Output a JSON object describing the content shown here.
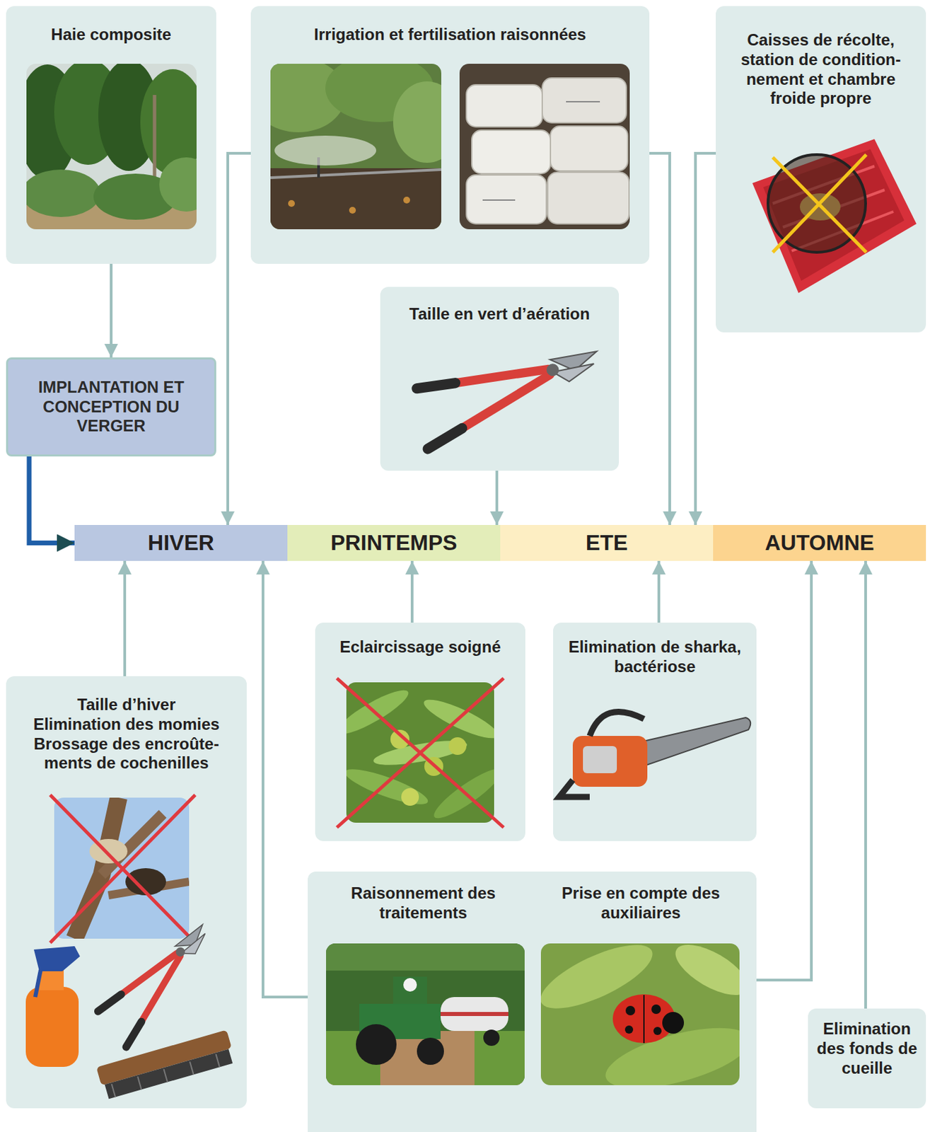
{
  "diagram": {
    "nodes": [
      {
        "text": [
          "Haie composite"
        ]
      },
      {
        "text": [
          "Irrigation et fertilisation raisonnées"
        ]
      },
      {
        "text": [
          "Caisses de récolte, station de condition-nement et chambre froide propre"
        ]
      },
      {
        "text": [
          "IMPLANTATION ET CONCEPTION DU VERGER"
        ]
      },
      {
        "text": [
          "Taille en vert d’aération"
        ]
      },
      {
        "text": [
          "HIVER"
        ]
      },
      {
        "text": [
          "PRINTEMPS"
        ]
      },
      {
        "text": [
          "ETE"
        ]
      },
      {
        "text": [
          "AUTOMNE"
        ]
      },
      {
        "text": [
          "Taille d’hiver",
          "Elimination des momies",
          "Brossage des encroûte-ments de cochenilles"
        ]
      },
      {
        "text": [
          "Eclaircissage soigné"
        ]
      },
      {
        "text": [
          "Elimination de sharka, bactériose"
        ]
      },
      {
        "text": [
          "Raisonnement des traitements",
          "Prise en compte des auxiliaires"
        ]
      },
      {
        "text": [
          "Elimination des fonds de cueille"
        ]
      }
    ],
    "edges": [
      {
        "from": 0,
        "to": 3,
        "arrow": "to"
      },
      {
        "from": 3,
        "to": 5,
        "arrow": "to"
      },
      {
        "from": 1,
        "to": 5,
        "arrow": "to"
      },
      {
        "from": 1,
        "to": 7,
        "arrow": "to"
      },
      {
        "from": 2,
        "to": 7,
        "arrow": "to"
      },
      {
        "from": 4,
        "to": 6,
        "arrow": "to"
      },
      {
        "from": 9,
        "to": 5,
        "arrow": "to"
      },
      {
        "from": 10,
        "to": 6,
        "arrow": "to"
      },
      {
        "from": 11,
        "to": 7,
        "arrow": "to"
      },
      {
        "from": 12,
        "to": 5,
        "arrow": "to"
      },
      {
        "from": 12,
        "to": 8,
        "arrow": "to"
      },
      {
        "from": 13,
        "to": 8,
        "arrow": "to"
      }
    ]
  }
}
